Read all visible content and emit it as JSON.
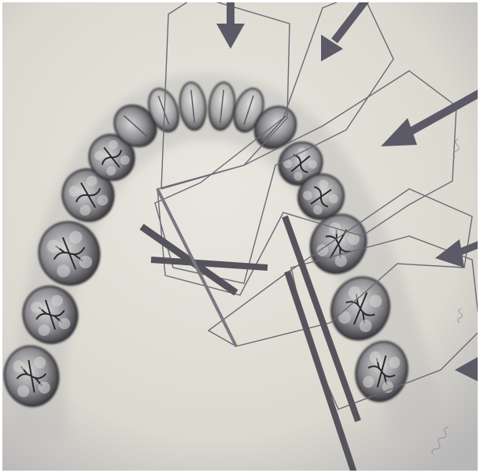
{
  "image": {
    "subject": "dental-arch-radiograph-projection-diagram",
    "illustration": "mandibular-dental-arch",
    "overlay": "film-positions-and-beam-arrows",
    "palette": {
      "background": "#dedbd2",
      "paper_light": "#e8e6de",
      "tooth_dark": "#3c3b3f",
      "tooth_mid": "#77767c",
      "tooth_light": "#b8b7b9",
      "line": "#6b6a73",
      "arrow": "#5b5a66",
      "film_bar": "#55545c"
    },
    "counts": {
      "teeth": 16,
      "arrows": 5,
      "film_bars": 4,
      "projection_boxes": 5
    }
  }
}
